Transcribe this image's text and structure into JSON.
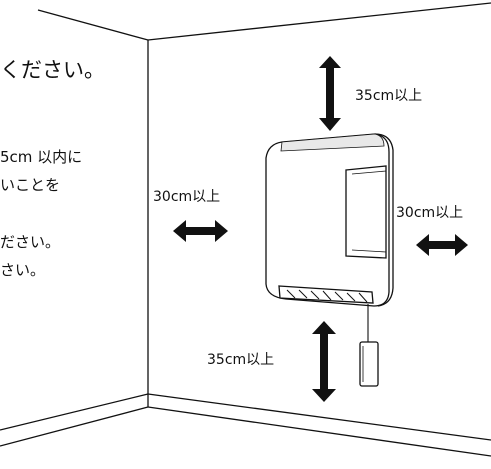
{
  "instructions": {
    "line_1": "ください。",
    "line_2": "5cm 以内に",
    "line_3": "いことを",
    "line_4": "ださい。",
    "line_5": "さい。"
  },
  "clearances": {
    "top": "35cm以上",
    "left": "30cm以上",
    "right": "30cm以上",
    "bottom": "35cm以上"
  },
  "colors": {
    "line": "#111111",
    "background": "#ffffff",
    "heater_top_shade": "#e8e8e8"
  },
  "icons": {
    "arrow_vertical": "double-headed-vertical-arrow",
    "arrow_horizontal": "double-headed-horizontal-arrow"
  }
}
